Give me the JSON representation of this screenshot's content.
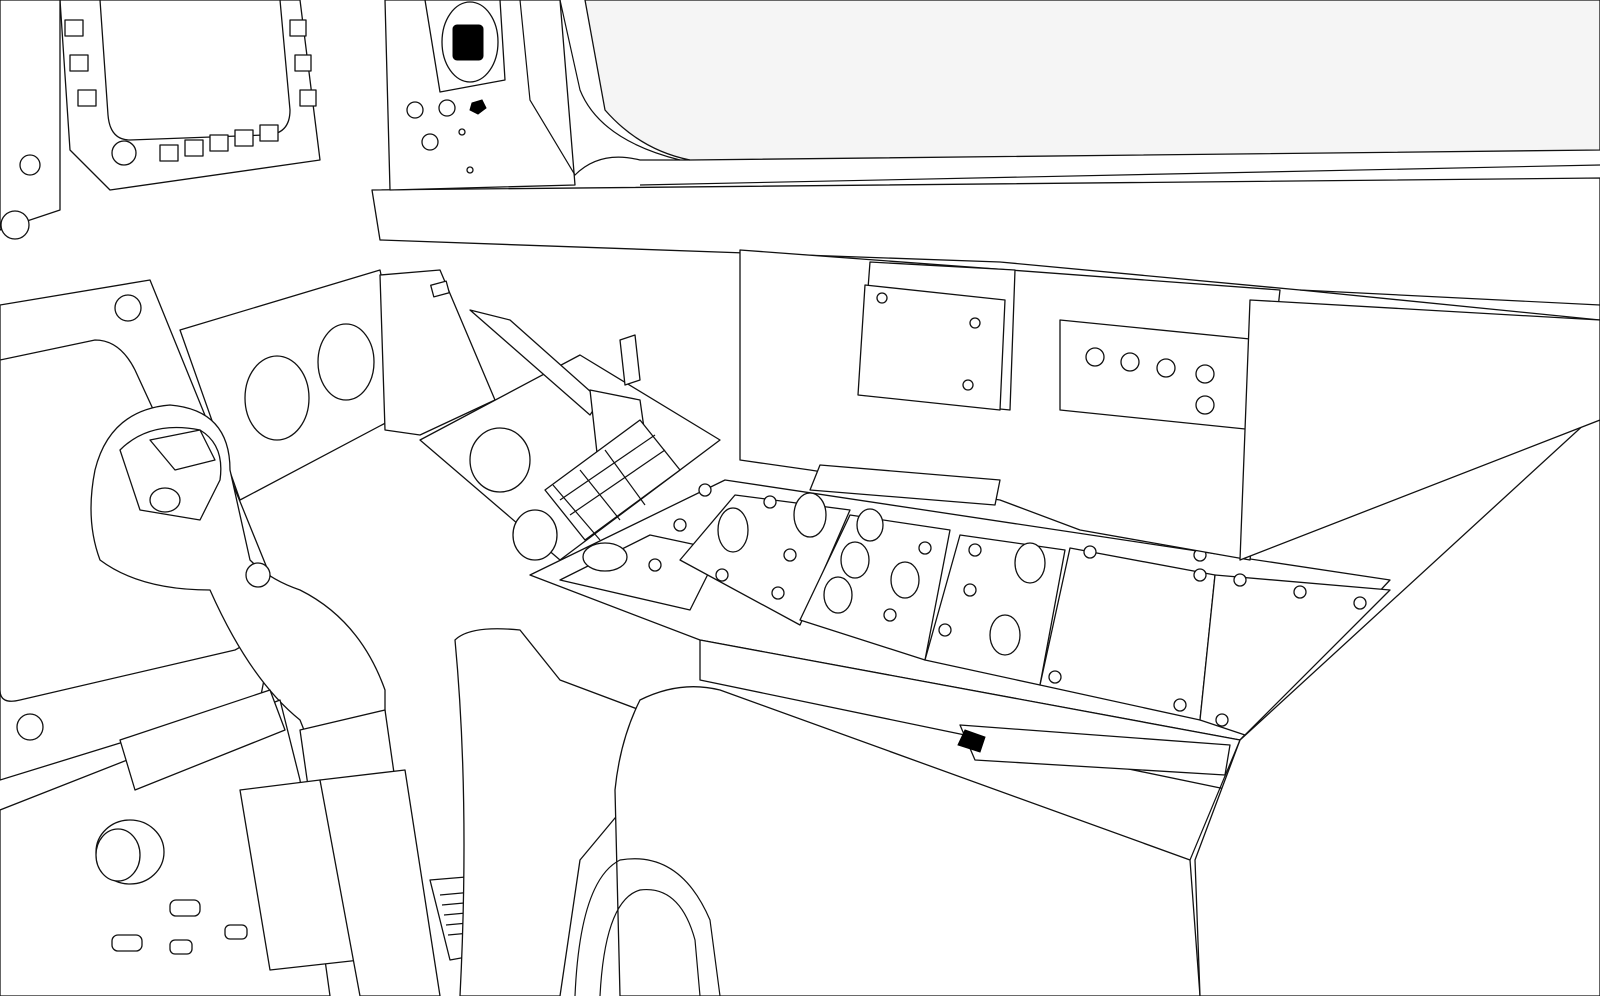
{
  "scene": {
    "style": "line-art cockpit render",
    "colors": {
      "background": "#ffffff",
      "line": "#111111",
      "canopy_sky": "#f5f5f5",
      "fill_black": "#000000"
    },
    "icons": [
      "control-stick",
      "throttle-quadrant",
      "side-console-switch-panels",
      "gauges",
      "ejection-seat"
    ]
  }
}
